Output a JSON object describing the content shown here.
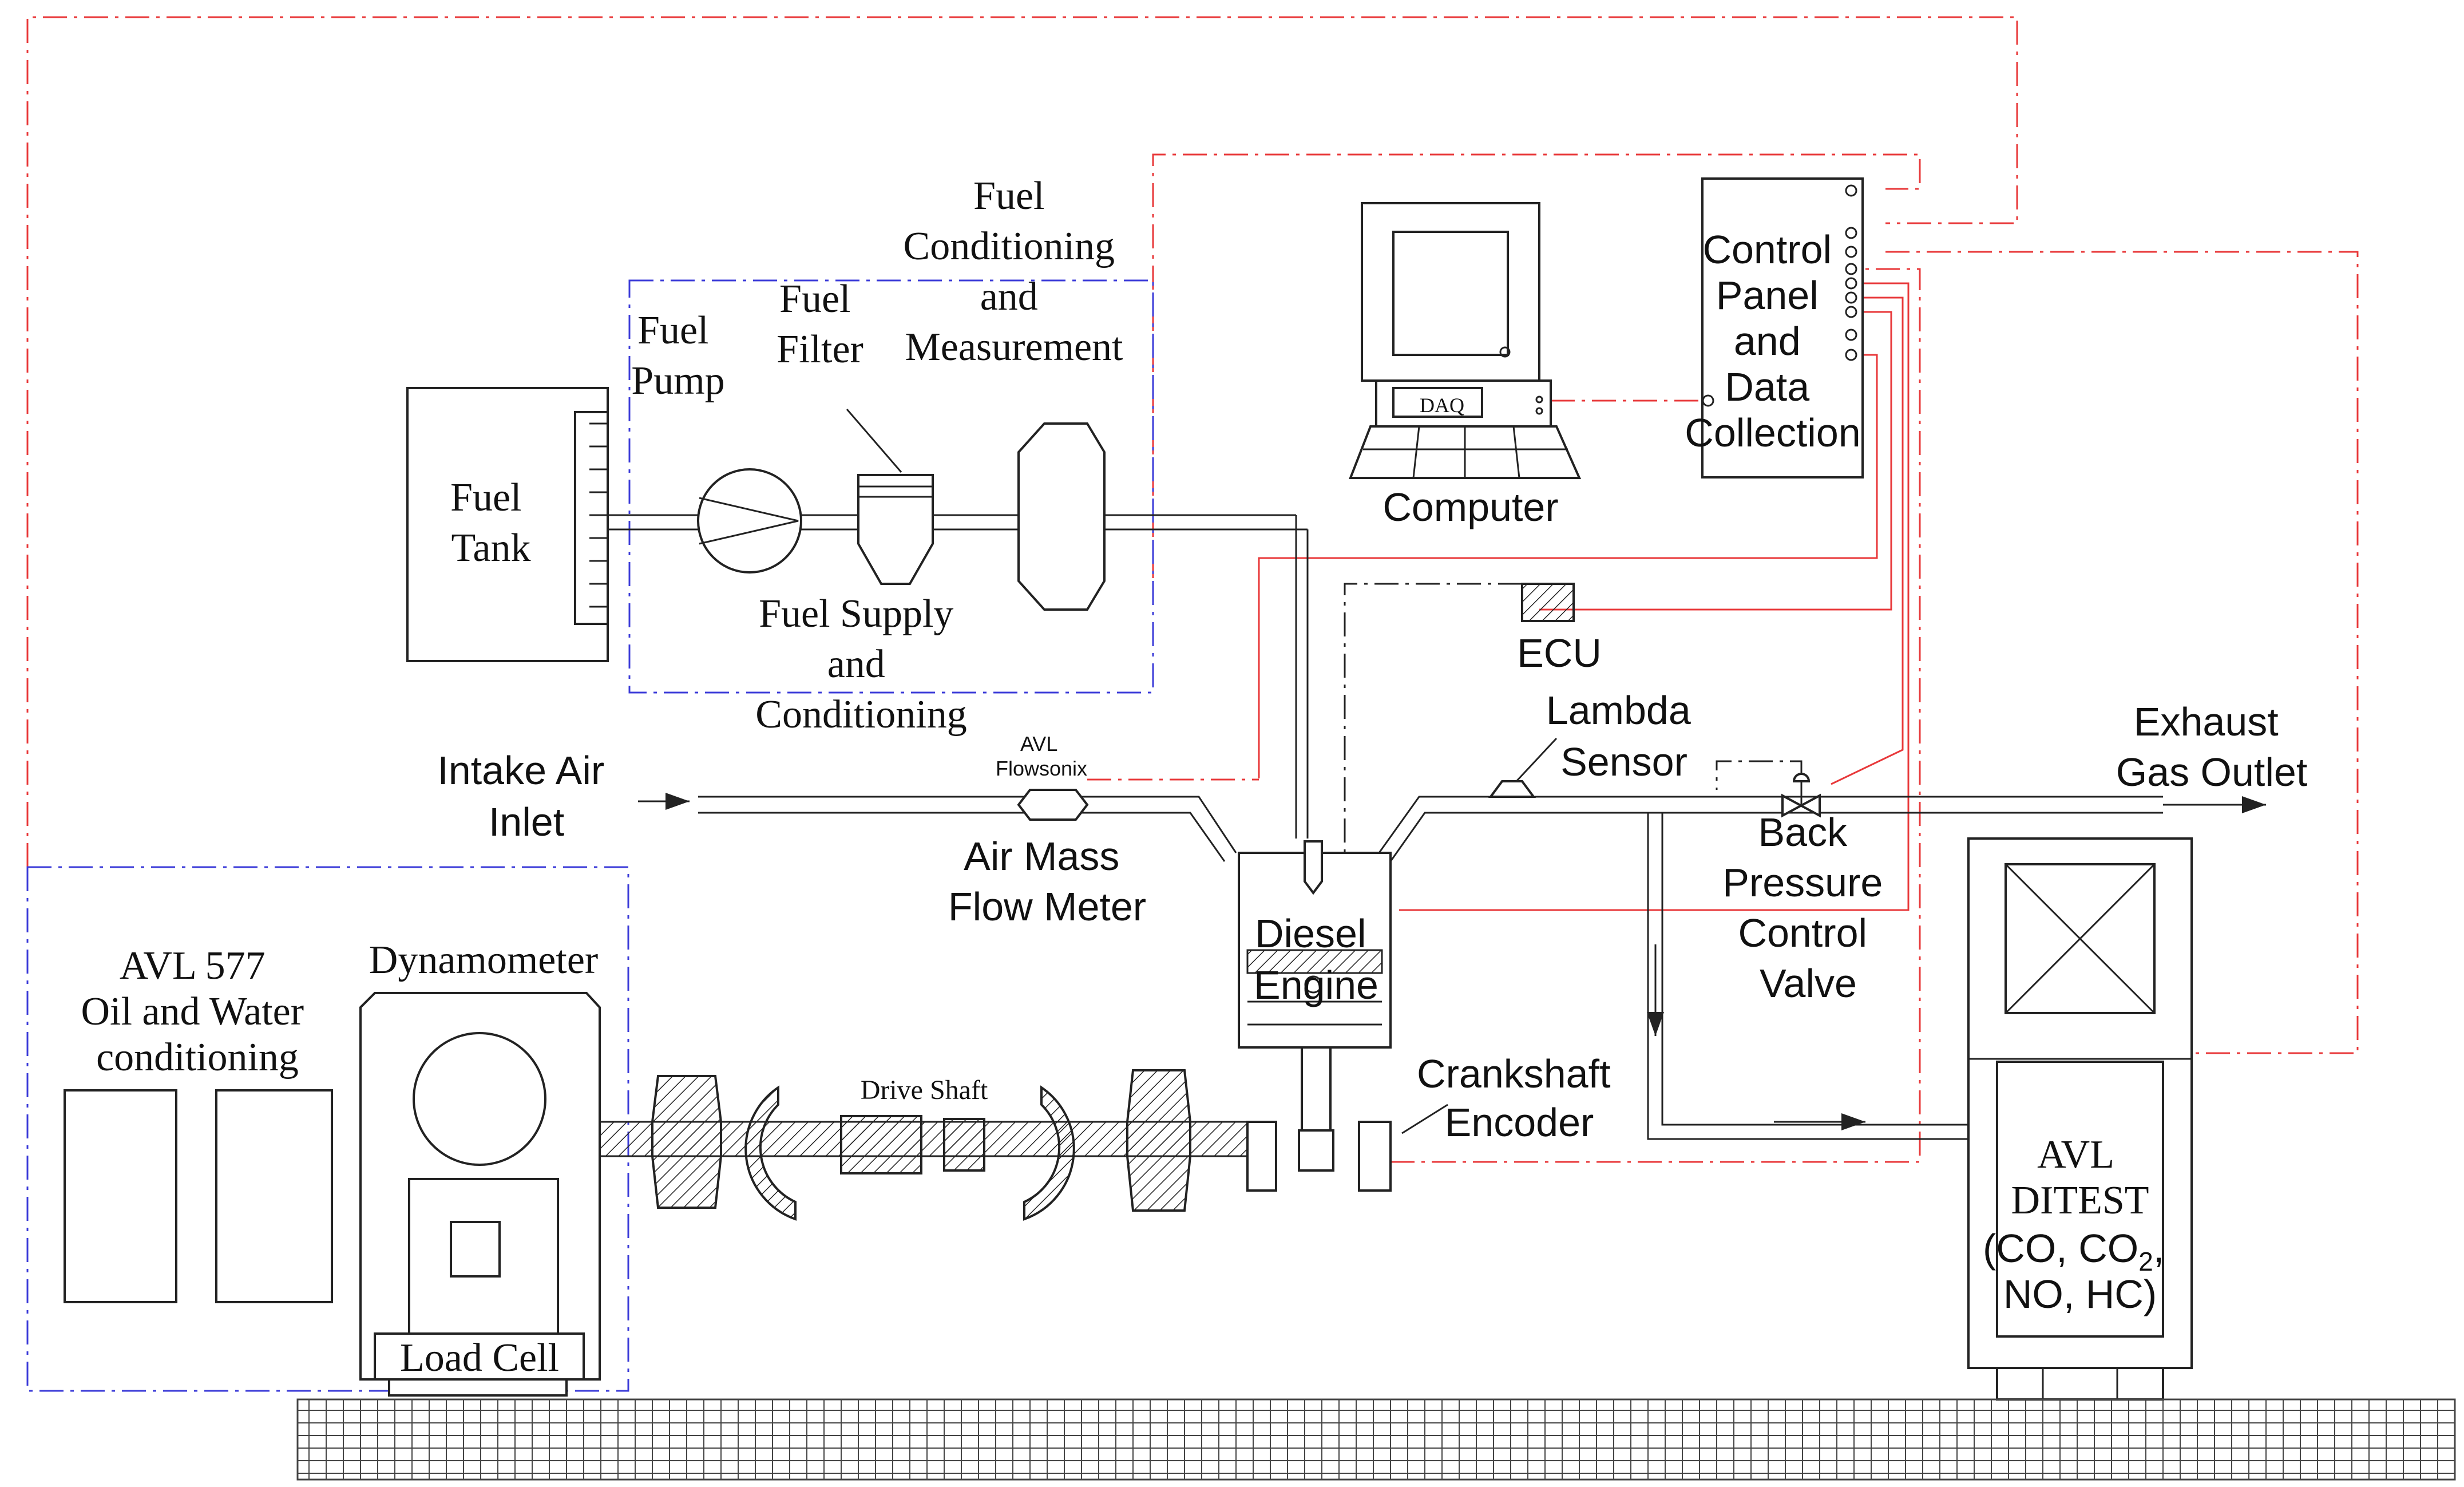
{
  "labels": {
    "fuel_tank": [
      "Fuel",
      "Tank"
    ],
    "fuel_pump": [
      "Fuel",
      "Pump"
    ],
    "fuel_filter": [
      "Fuel",
      "Filter"
    ],
    "fuel_conditioning": [
      "Fuel",
      "Conditioning",
      "and",
      "Measurement"
    ],
    "fuel_supply": [
      "Fuel Supply",
      "and",
      "Conditioning"
    ],
    "computer": "Computer",
    "daq": "DAQ",
    "control_panel": [
      "Control",
      "Panel",
      "and",
      "Data",
      "Collection"
    ],
    "ecu": "ECU",
    "lambda_sensor": [
      "Lambda",
      "Sensor"
    ],
    "exhaust_outlet": [
      "Exhaust",
      "Gas Outlet"
    ],
    "intake_air": [
      "Intake Air",
      "Inlet"
    ],
    "avl_flowsonix": [
      "AVL",
      "Flowsonix"
    ],
    "air_mass_flow_meter": [
      "Air Mass",
      "Flow Meter"
    ],
    "diesel_engine": [
      "Diesel",
      "Engine"
    ],
    "back_pressure_valve": [
      "Back",
      "Pressure",
      "Control",
      "Valve"
    ],
    "avl_577": [
      "AVL 577",
      "Oil and Water",
      "conditioning"
    ],
    "dynamometer": "Dynamometer",
    "load_cell": "Load Cell",
    "drive_shaft": "Drive Shaft",
    "crankshaft_encoder": [
      "Crankshaft",
      "Encoder"
    ],
    "avl_ditest": [
      "AVL",
      "DITEST",
      "(CO, CO",
      "2",
      ",",
      "NO, HC)"
    ]
  },
  "colors": {
    "signal_line": "#e8383a",
    "group_boundary": "#3b3bd8",
    "outline": "#222222"
  }
}
